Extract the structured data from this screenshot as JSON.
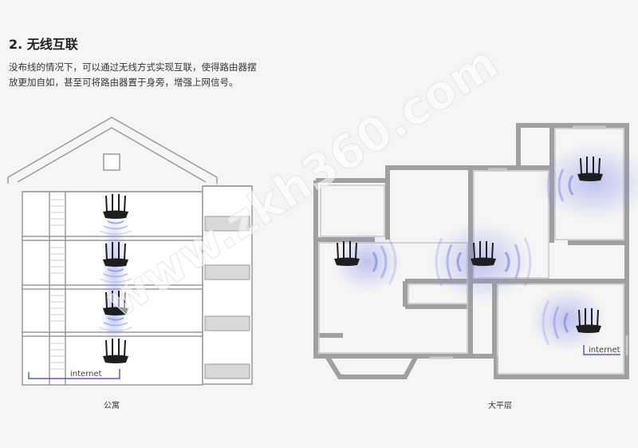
{
  "section": {
    "title": "2. 无线互联",
    "description": "没布线的情况下，可以通过无线方式实现互联，使得路由器摆放更加自如，甚至可将路由器置于身旁，增强上网信号。"
  },
  "diagrams": [
    {
      "caption": "公寓",
      "net_label": "internet",
      "routers": 4
    },
    {
      "caption": "大平层",
      "net_label": "internet",
      "routers": 4
    }
  ],
  "watermark": "www.zkh360.com",
  "colors": {
    "wall": "#9a9a9a",
    "router": "#1e1e1e",
    "signal": "#6f7be0",
    "cable": "#5b5bd0"
  }
}
